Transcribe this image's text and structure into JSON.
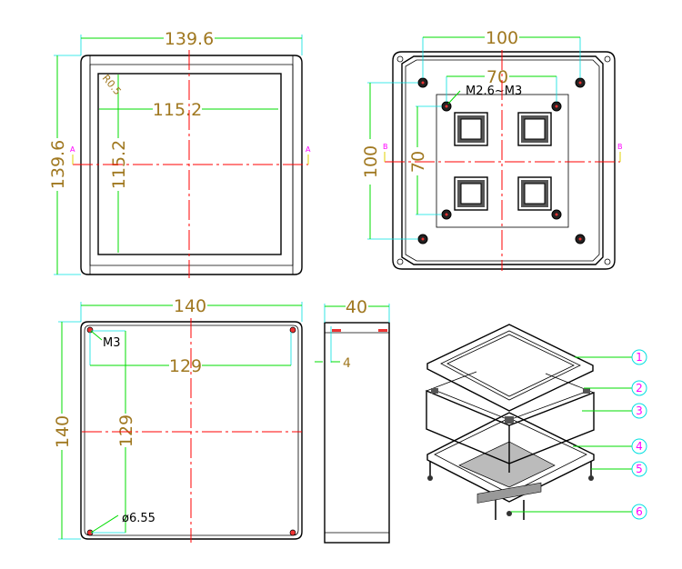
{
  "views": {
    "lid_top": {
      "width_label": "139.6",
      "height_label": "139.6",
      "window_width_label": "115.2",
      "window_height_label": "115.2",
      "radius_label": "R0.5",
      "section_marker": "A"
    },
    "base_top": {
      "outer_holes_label": "100",
      "outer_holes_v_label": "100",
      "inner_holes_label": "70",
      "inner_holes_v_label": "70",
      "screw_note": "M2.6~M3",
      "section_marker": "B"
    },
    "box_top": {
      "width_label": "140",
      "height_label": "140",
      "hole_spacing_h_label": "129",
      "hole_spacing_v_label": "129",
      "thread_note": "M3",
      "hole_diameter_note": "ø6.55"
    },
    "side": {
      "depth_label": "40",
      "lid_thickness_label": "4"
    },
    "exploded": {
      "callouts": [
        "1",
        "2",
        "3",
        "4",
        "5",
        "6"
      ]
    }
  },
  "colors": {
    "dimension": "#00dd00",
    "text": "#a07820",
    "centerline": "#ff0000",
    "callout": "#ff00ff"
  }
}
